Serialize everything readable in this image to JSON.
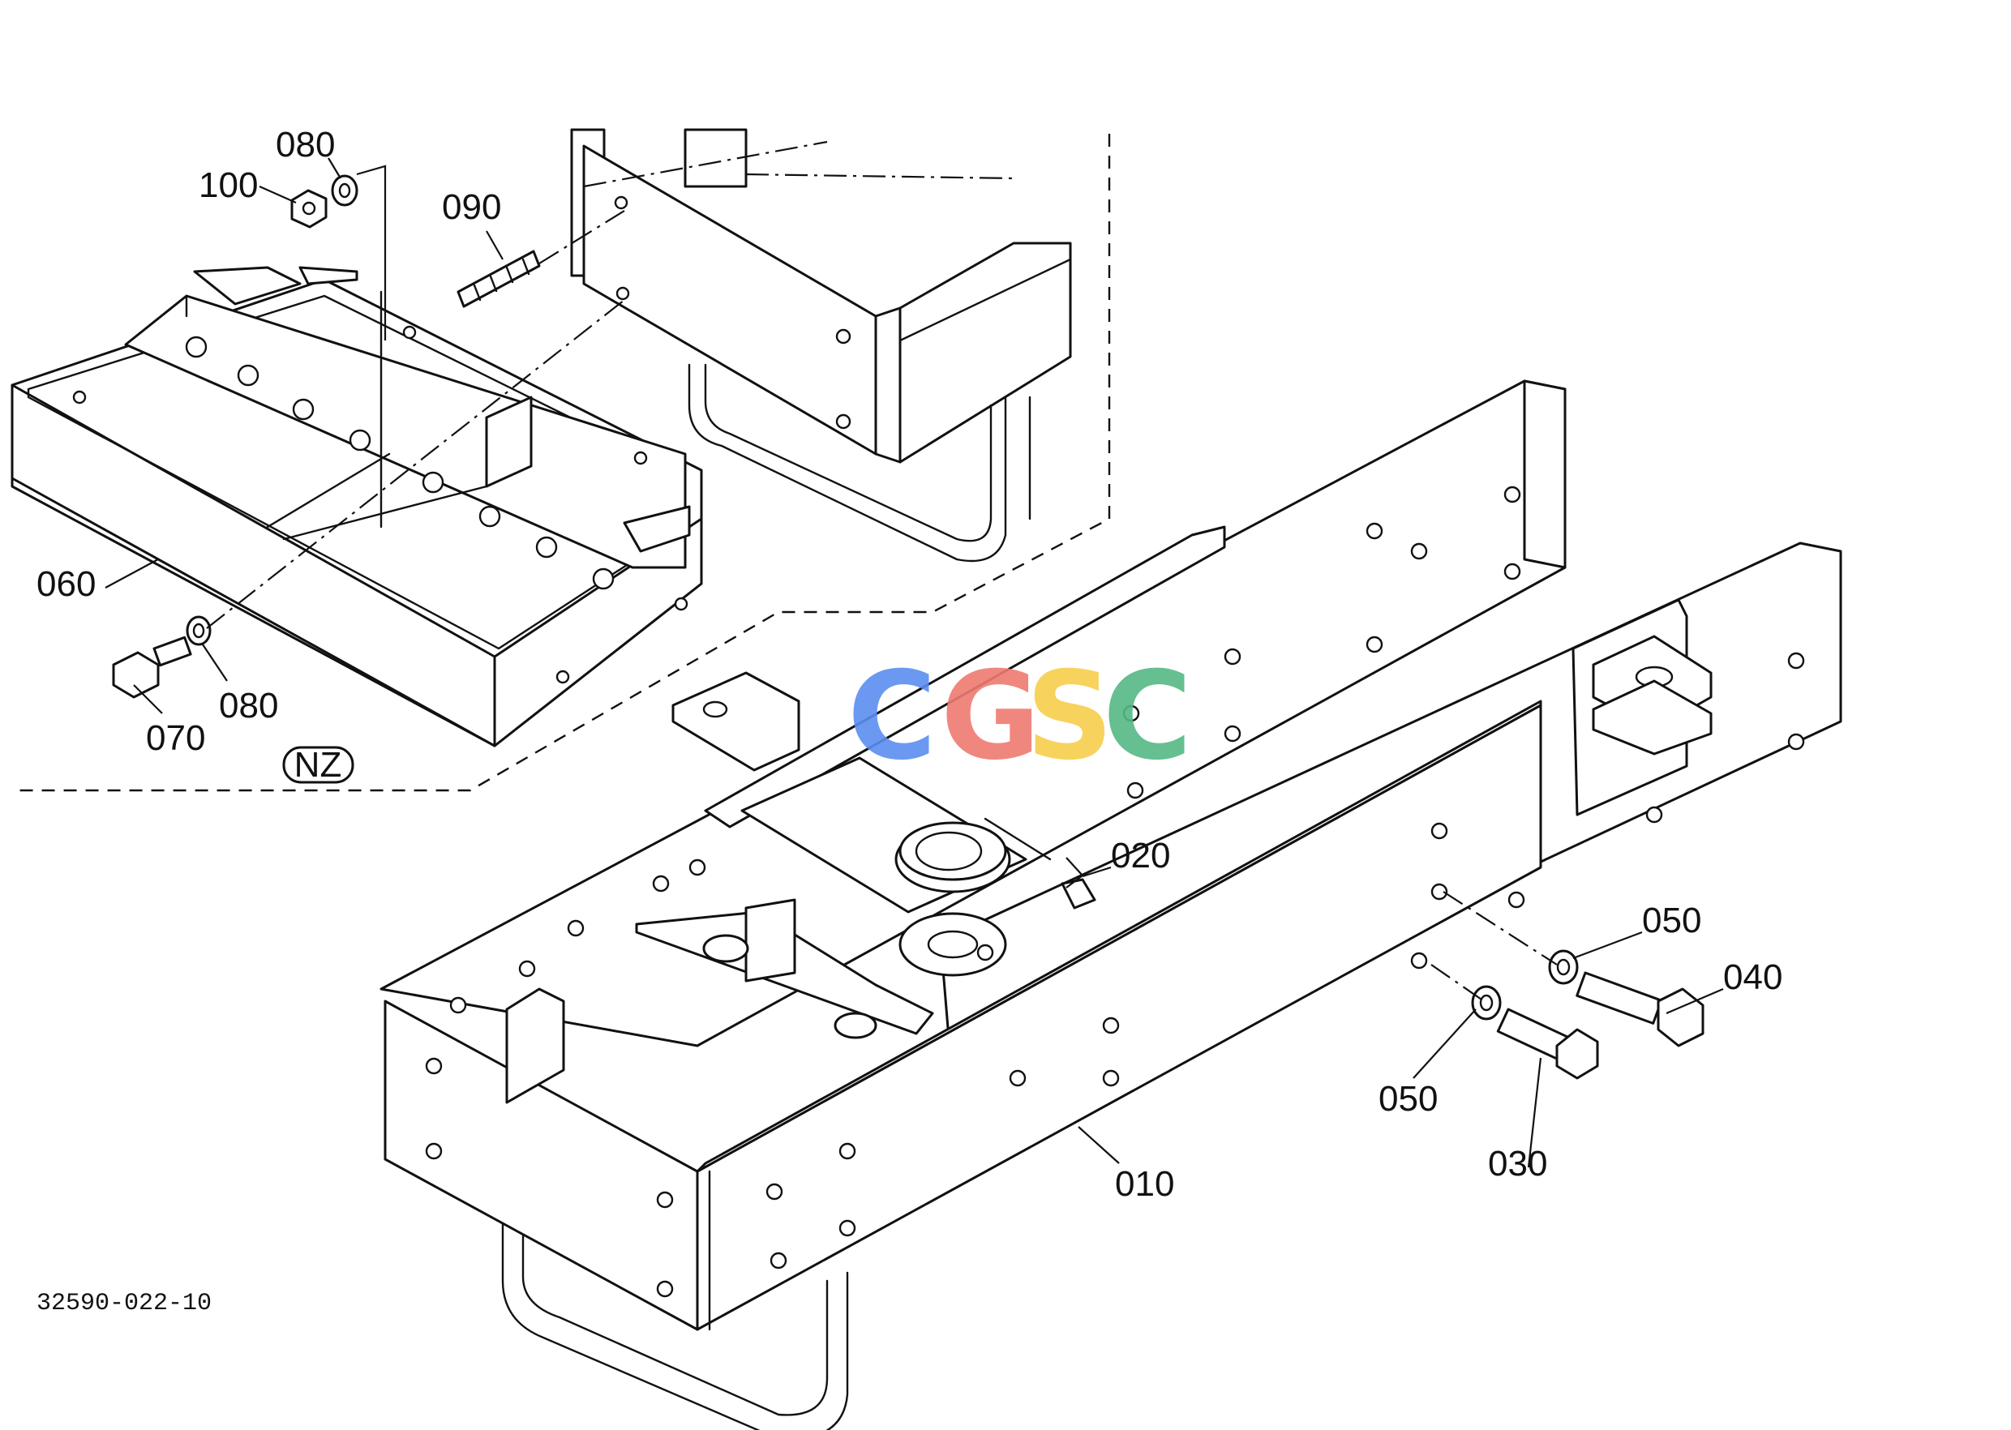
{
  "document_number": "32590-022-10",
  "region_tag": "NZ",
  "watermark": {
    "letters": [
      "C",
      "G",
      "S",
      "C"
    ],
    "colors": [
      "#5b8ef0",
      "#ef7b72",
      "#f7cf4c",
      "#55b984"
    ]
  },
  "callouts": [
    {
      "id": "010",
      "label": "010"
    },
    {
      "id": "020",
      "label": "020"
    },
    {
      "id": "030",
      "label": "030"
    },
    {
      "id": "040",
      "label": "040"
    },
    {
      "id": "050a",
      "label": "050"
    },
    {
      "id": "050b",
      "label": "050"
    },
    {
      "id": "060",
      "label": "060"
    },
    {
      "id": "070",
      "label": "070"
    },
    {
      "id": "080a",
      "label": "080"
    },
    {
      "id": "080b",
      "label": "080"
    },
    {
      "id": "090",
      "label": "090"
    },
    {
      "id": "100",
      "label": "100"
    }
  ]
}
